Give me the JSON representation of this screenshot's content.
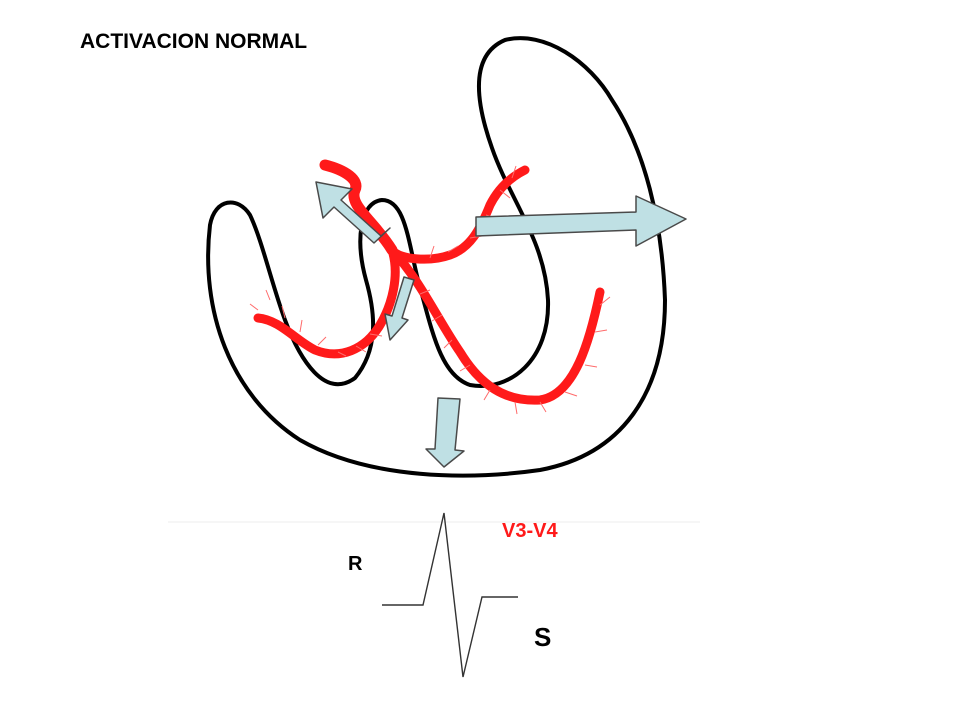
{
  "title": "ACTIVACION NORMAL",
  "lead_label": "V3-V4",
  "r_wave_label": "R",
  "s_wave_label": "S",
  "colors": {
    "text": "#000000",
    "accent": "#ff1a1a",
    "conduction": "#ff1a1a",
    "vector_fill": "#bfe0e4",
    "vector_stroke": "#4a4a4a",
    "outline": "#000000"
  }
}
